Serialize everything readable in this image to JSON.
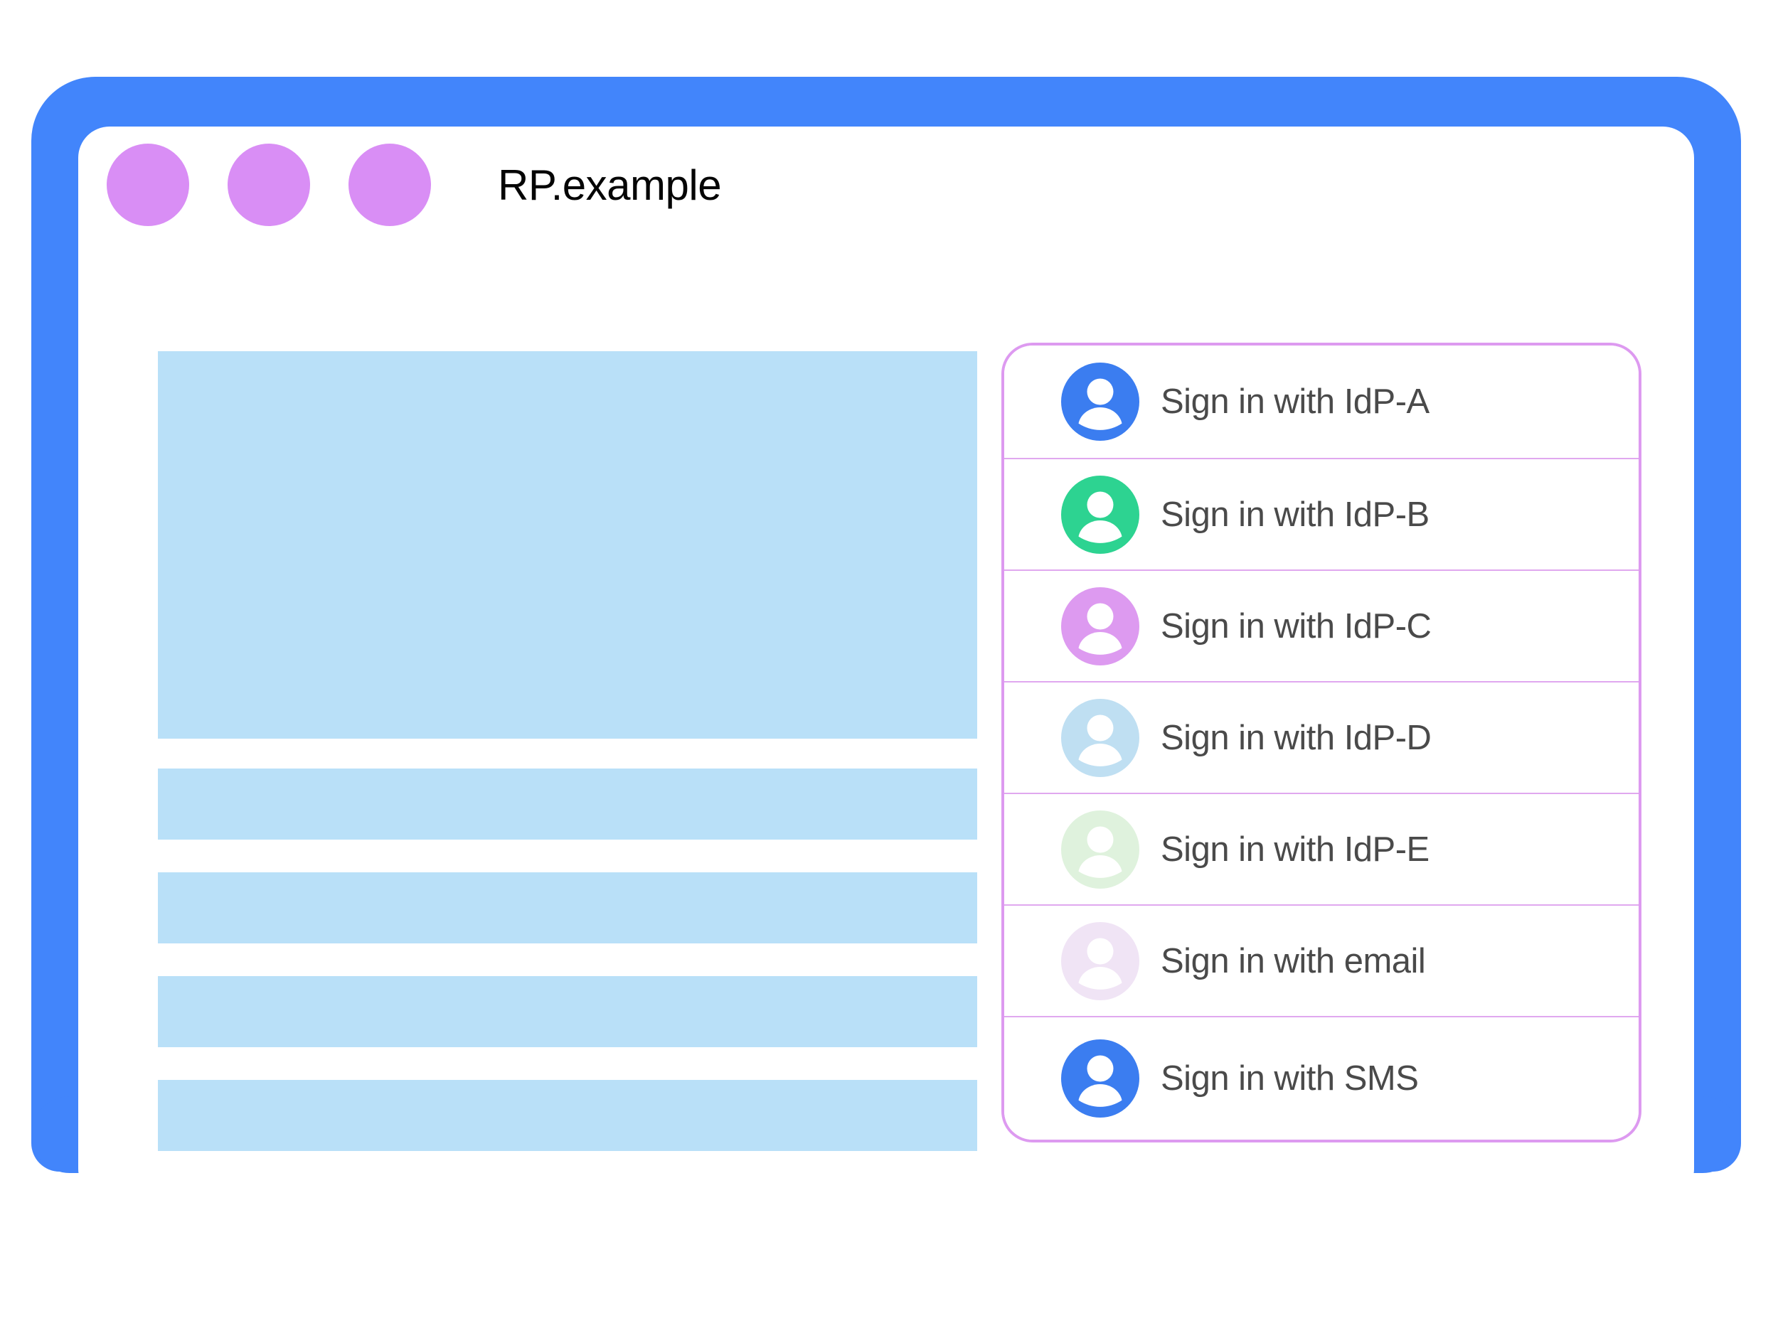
{
  "window": {
    "title": "RP.example",
    "dots": [
      "window-dot-1",
      "window-dot-2",
      "window-dot-3"
    ]
  },
  "colors": {
    "frame_blue": "#4285fb",
    "window_dot_purple": "#d98ef5",
    "placeholder_blue": "#b9e0f8",
    "panel_border_purple": "#dd9af0",
    "row_divider_purple": "#e0a8ef",
    "label_text": "#4a4a4a",
    "title_text": "#050505"
  },
  "content_placeholders": [
    {
      "name": "hero-placeholder",
      "shape": "block"
    },
    {
      "name": "text-line-placeholder-1",
      "shape": "bar"
    },
    {
      "name": "text-line-placeholder-2",
      "shape": "bar"
    },
    {
      "name": "text-line-placeholder-3",
      "shape": "bar"
    },
    {
      "name": "text-line-placeholder-4",
      "shape": "bar"
    }
  ],
  "account_chooser": {
    "rows": [
      {
        "label": "Sign in with IdP-A",
        "avatar_color": "#3b7df0",
        "avatar_icon": "person-avatar-icon"
      },
      {
        "label": "Sign in with IdP-B",
        "avatar_color": "#2dd391",
        "avatar_icon": "person-avatar-icon"
      },
      {
        "label": "Sign in with IdP-C",
        "avatar_color": "#dd9af0",
        "avatar_icon": "person-avatar-icon"
      },
      {
        "label": "Sign in with IdP-D",
        "avatar_color": "#bfdff2",
        "avatar_icon": "person-avatar-icon"
      },
      {
        "label": "Sign in with IdP-E",
        "avatar_color": "#dff2dd",
        "avatar_icon": "person-avatar-icon"
      },
      {
        "label": "Sign in with email",
        "avatar_color": "#f0e4f5",
        "avatar_icon": "person-avatar-icon"
      },
      {
        "label": "Sign in with SMS",
        "avatar_color": "#3b7df0",
        "avatar_icon": "person-avatar-icon"
      }
    ]
  },
  "device": {
    "home_button": "home-button"
  }
}
